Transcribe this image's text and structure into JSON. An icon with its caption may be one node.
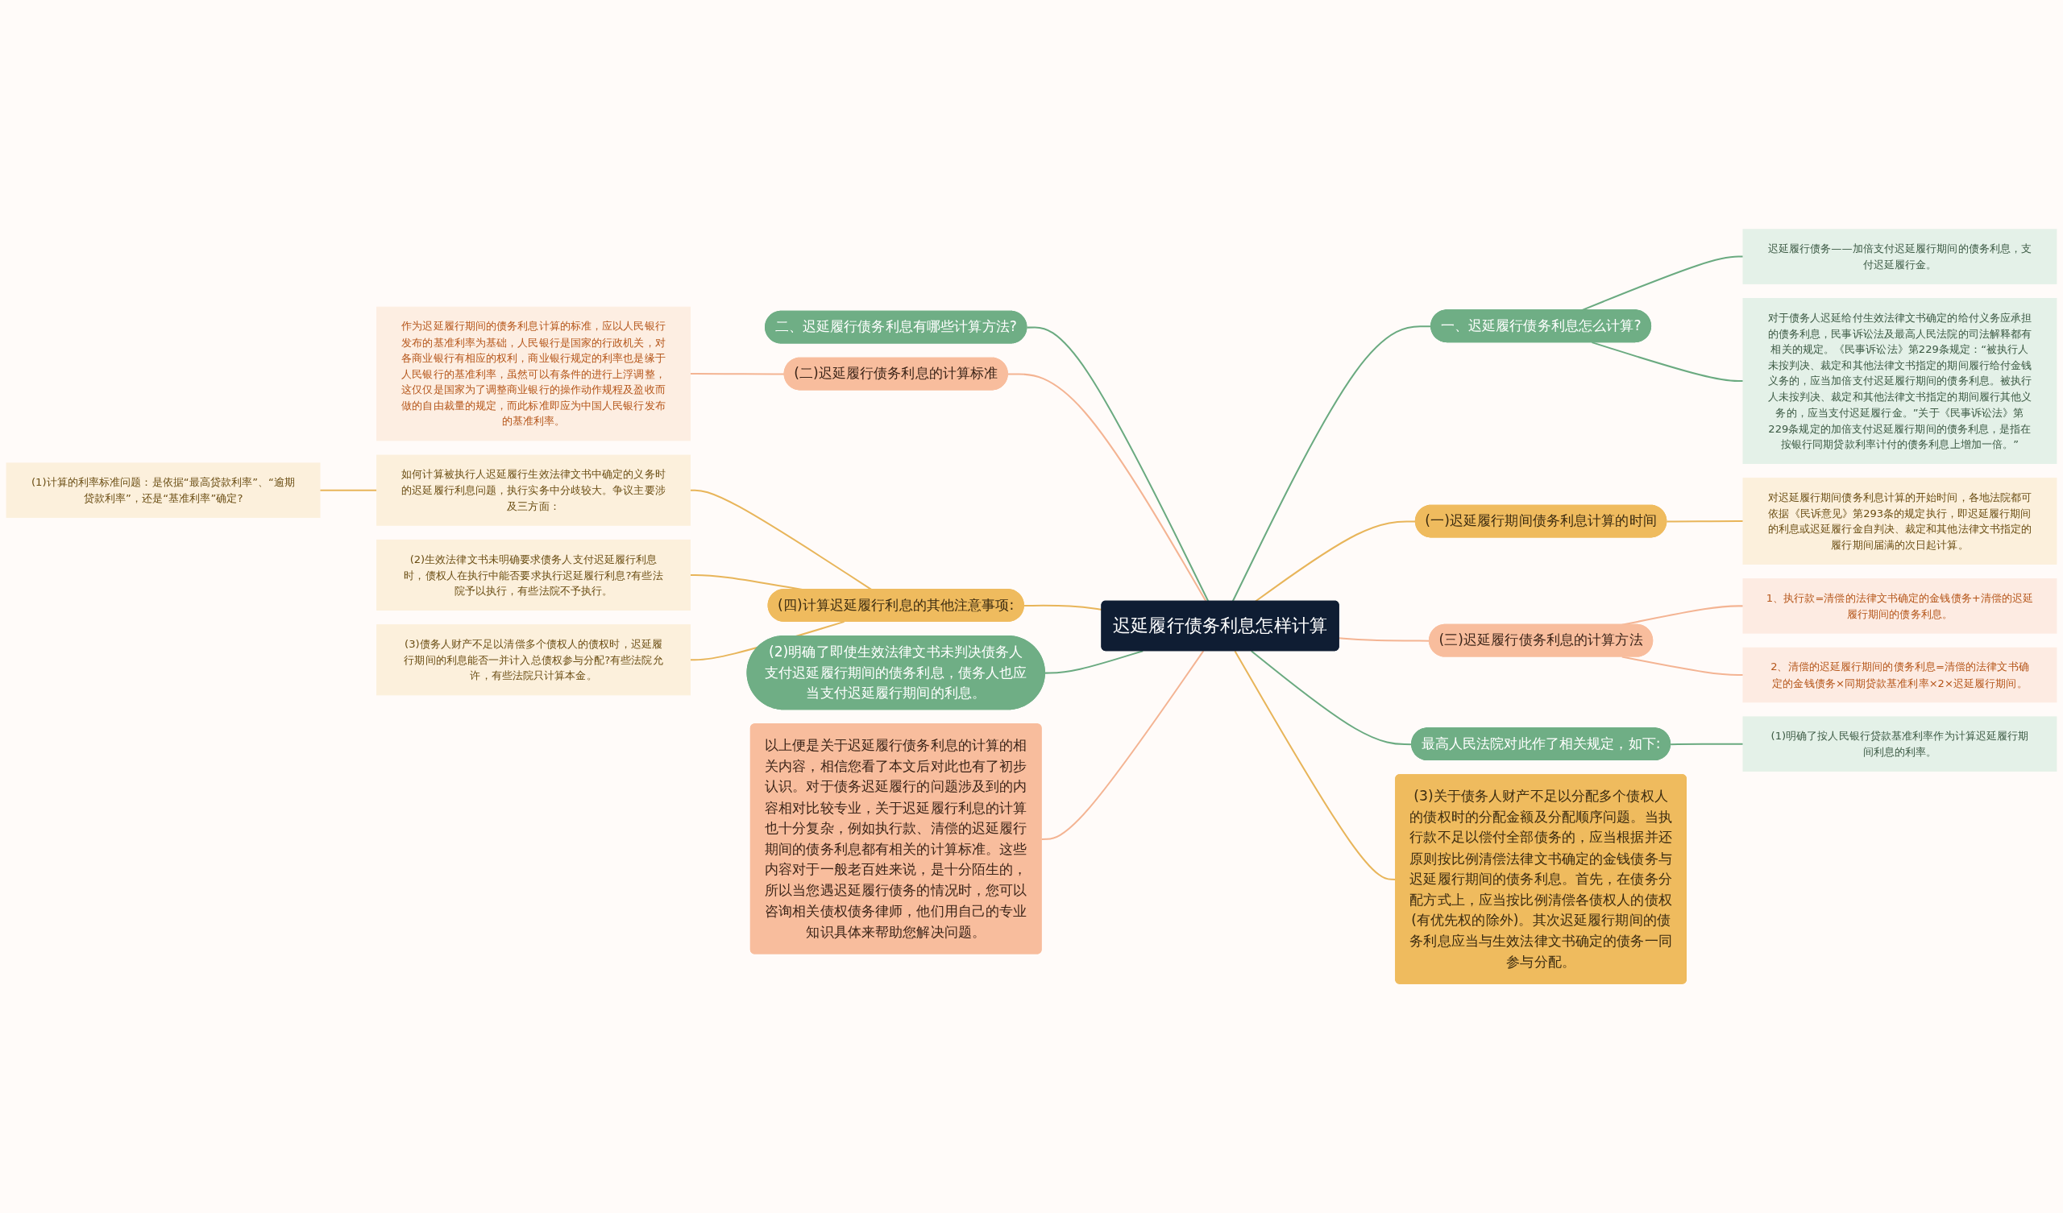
{
  "diagram": {
    "nodes": [
      {
        "text": [
          "迟延履行债务利息怎样计算"
        ]
      },
      {
        "text": [
          "一、迟延履行债务利息怎么计算?"
        ]
      },
      {
        "text": [
          "迟延履行债务——加倍支付迟延履行期间的债务利息，支付迟延履行金。"
        ]
      },
      {
        "text": [
          "对于债务人迟延给付生效法律文书确定的给付义务应承担的债务利息，民事诉讼法及最高人民法院的司法解释都有相关的规定。《民事诉讼法》第229条规定：“被执行人未按判决、裁定和其他法律文书指定的期间履行给付金钱义务的，应当加倍支付迟延履行期间的债务利息。被执行人未按判决、裁定和其他法律文书指定的期间履行其他义务的，应当支付迟延履行金。”关于《民事诉讼法》第229条规定的加倍支付迟延履行期间的债务利息，是指在按银行同期贷款利率计付的债务利息上增加一倍。”"
        ]
      },
      {
        "text": [
          "(一)迟延履行期间债务利息计算的时间"
        ]
      },
      {
        "text": [
          "对迟延履行期间债务利息计算的开始时间，各地法院都可依据《民诉意见》第293条的规定执行，即迟延履行期间的利息或迟延履行金自判决、裁定和其他法律文书指定的履行期间届满的次日起计算。"
        ]
      },
      {
        "text": [
          "(三)迟延履行债务利息的计算方法"
        ]
      },
      {
        "text": [
          "1、执行款=清偿的法律文书确定的金钱债务+清偿的迟延履行期间的债务利息。"
        ]
      },
      {
        "text": [
          "2、清偿的迟延履行期间的债务利息=清偿的法律文书确定的金钱债务×同期贷款基准利率×2×迟延履行期间。"
        ]
      },
      {
        "text": [
          "最高人民法院对此作了相关规定，如下:"
        ]
      },
      {
        "text": [
          "(1)明确了按人民银行贷款基准利率作为计算迟延履行期间利息的利率。"
        ]
      },
      {
        "text": [
          "(3)关于债务人财产不足以分配多个债权人的债权时的分配金额及分配顺序问题。当执行款不足以偿付全部债务的，应当根据并还原则按比例清偿法律文书确定的金钱债务与迟延履行期间的债务利息。首先，在债务分配方式上，应当按比例清偿各债权人的债权(有优先权的除外)。其次迟延履行期间的债务利息应当与生效法律文书确定的债务一同参与分配。"
        ]
      },
      {
        "text": [
          "二、迟延履行债务利息有哪些计算方法?"
        ]
      },
      {
        "text": [
          "(二)迟延履行债务利息的计算标准"
        ]
      },
      {
        "text": [
          "作为迟延履行期间的债务利息计算的标准，应以人民银行发布的基准利率为基础，人民银行是国家的行政机关，对各商业银行有相应的权利，商业银行规定的利率也是缘于人民银行的基准利率，虽然可以有条件的进行上浮调整，这仅仅是国家为了调整商业银行的操作动作规程及盈收而做的自由裁量的规定，而此标准即应为中国人民银行发布的基准利率。"
        ]
      },
      {
        "text": [
          "(四)计算迟延履行利息的其他注意事项:"
        ]
      },
      {
        "text": [
          "如何计算被执行人迟延履行生效法律文书中确定的义务时的迟延履行利息问题，执行实务中分歧较大。争议主要涉及三方面："
        ]
      },
      {
        "text": [
          "(1)计算的利率标准问题：是依据“最高贷款利率”、“逾期贷款利率”，还是“基准利率”确定?"
        ]
      },
      {
        "text": [
          "(2)生效法律文书未明确要求债务人支付迟延履行利息时，债权人在执行中能否要求执行迟延履行利息?有些法院予以执行，有些法院不予执行。"
        ]
      },
      {
        "text": [
          "(3)债务人财产不足以清偿多个债权人的债权时，迟延履行期间的利息能否一并计入总债权参与分配?有些法院允许，有些法院只计算本金。"
        ]
      },
      {
        "text": [
          "(2)明确了即使生效法律文书未判决债务人支付迟延履行期间的债务利息，债务人也应当支付迟延履行期间的利息。"
        ]
      },
      {
        "text": [
          "以上便是关于迟延履行债务利息的计算的相关内容，相信您看了本文后对此也有了初步认识。对于债务迟延履行的问题涉及到的内容相对比较专业，关于迟延履行利息的计算也十分复杂，例如执行款、清偿的迟延履行期间的债务利息都有相关的计算标准。这些内容对于一般老百姓来说，是十分陌生的，所以当您遇迟延履行债务的情况时，您可以咨询相关债权债务律师，他们用自己的专业知识具体来帮助您解决问题。"
        ]
      }
    ],
    "edges": [
      {
        "from": 0,
        "to": 1,
        "arrow": "none",
        "color": "#6aaa80"
      },
      {
        "from": 1,
        "to": 2,
        "arrow": "none",
        "color": "#6aaa80"
      },
      {
        "from": 1,
        "to": 3,
        "arrow": "none",
        "color": "#6aaa80"
      },
      {
        "from": 0,
        "to": 4,
        "arrow": "none",
        "color": "#e8b55a"
      },
      {
        "from": 4,
        "to": 5,
        "arrow": "none",
        "color": "#e8b55a"
      },
      {
        "from": 0,
        "to": 6,
        "arrow": "none",
        "color": "#f4b493"
      },
      {
        "from": 6,
        "to": 7,
        "arrow": "none",
        "color": "#f4b493"
      },
      {
        "from": 6,
        "to": 8,
        "arrow": "none",
        "color": "#f4b493"
      },
      {
        "from": 0,
        "to": 9,
        "arrow": "none",
        "color": "#6aaa80"
      },
      {
        "from": 9,
        "to": 10,
        "arrow": "none",
        "color": "#6aaa80"
      },
      {
        "from": 0,
        "to": 11,
        "arrow": "none",
        "color": "#e8b55a"
      },
      {
        "from": 0,
        "to": 12,
        "arrow": "none",
        "color": "#6aaa80"
      },
      {
        "from": 0,
        "to": 13,
        "arrow": "none",
        "color": "#f4b493"
      },
      {
        "from": 13,
        "to": 14,
        "arrow": "none",
        "color": "#f4b493"
      },
      {
        "from": 0,
        "to": 15,
        "arrow": "none",
        "color": "#e8b55a"
      },
      {
        "from": 15,
        "to": 16,
        "arrow": "none",
        "color": "#e8b55a"
      },
      {
        "from": 16,
        "to": 17,
        "arrow": "none",
        "color": "#e8b55a"
      },
      {
        "from": 15,
        "to": 18,
        "arrow": "none",
        "color": "#e8b55a"
      },
      {
        "from": 15,
        "to": 19,
        "arrow": "none",
        "color": "#e8b55a"
      },
      {
        "from": 0,
        "to": 20,
        "arrow": "none",
        "color": "#6aaa80"
      },
      {
        "from": 0,
        "to": 21,
        "arrow": "none",
        "color": "#f4b493"
      }
    ]
  }
}
